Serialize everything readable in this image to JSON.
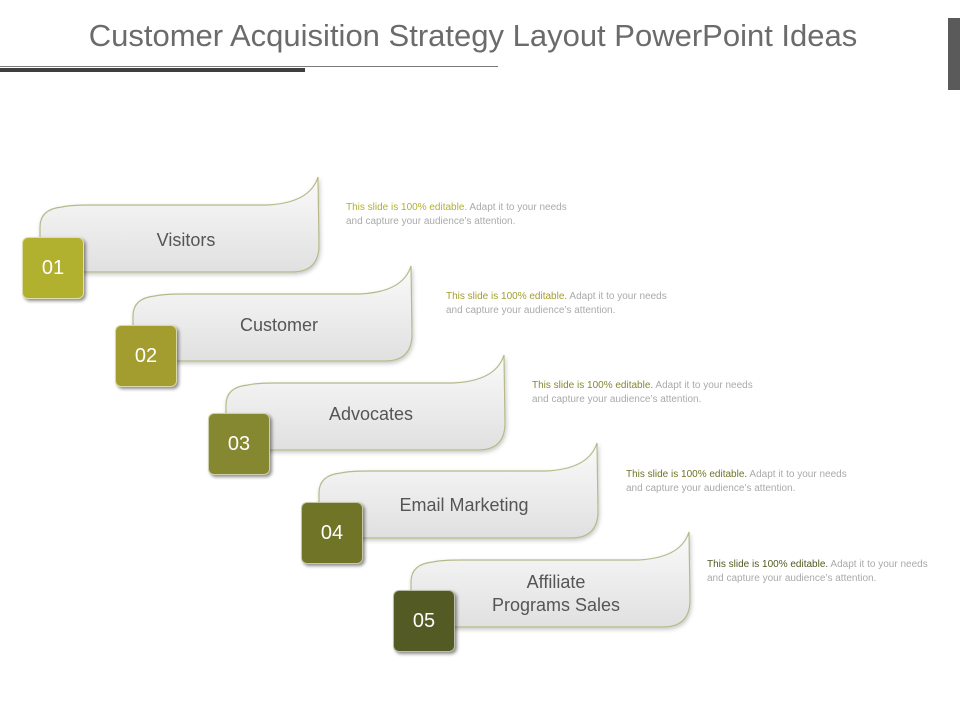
{
  "title": "Customer Acquisition Strategy Layout PowerPoint Ideas",
  "steps": [
    {
      "number": "01",
      "label": "Visitors",
      "color": "#b1b02f",
      "desc_highlight": "This slide is 100% editable.",
      "desc_rest": "Adapt it to your needs and capture your audience’s attention."
    },
    {
      "number": "02",
      "label": "Customer",
      "color": "#a39d2f",
      "desc_highlight": "This slide is 100% editable.",
      "desc_rest": "Adapt it to your needs and capture your audience’s attention."
    },
    {
      "number": "03",
      "label": "Advocates",
      "color": "#868731",
      "desc_highlight": "This slide is 100% editable.",
      "desc_rest": "Adapt it to your needs and capture your audience’s attention."
    },
    {
      "number": "04",
      "label": "Email Marketing",
      "color": "#6f7426",
      "desc_highlight": "This slide is 100% editable.",
      "desc_rest": "Adapt it to your needs and capture your audience’s attention."
    },
    {
      "number": "05",
      "label": "Affiliate Programs Sales",
      "color": "#535a23",
      "desc_highlight": "This slide is 100% editable.",
      "desc_rest": "Adapt it to your needs and capture your audience’s attention."
    }
  ]
}
